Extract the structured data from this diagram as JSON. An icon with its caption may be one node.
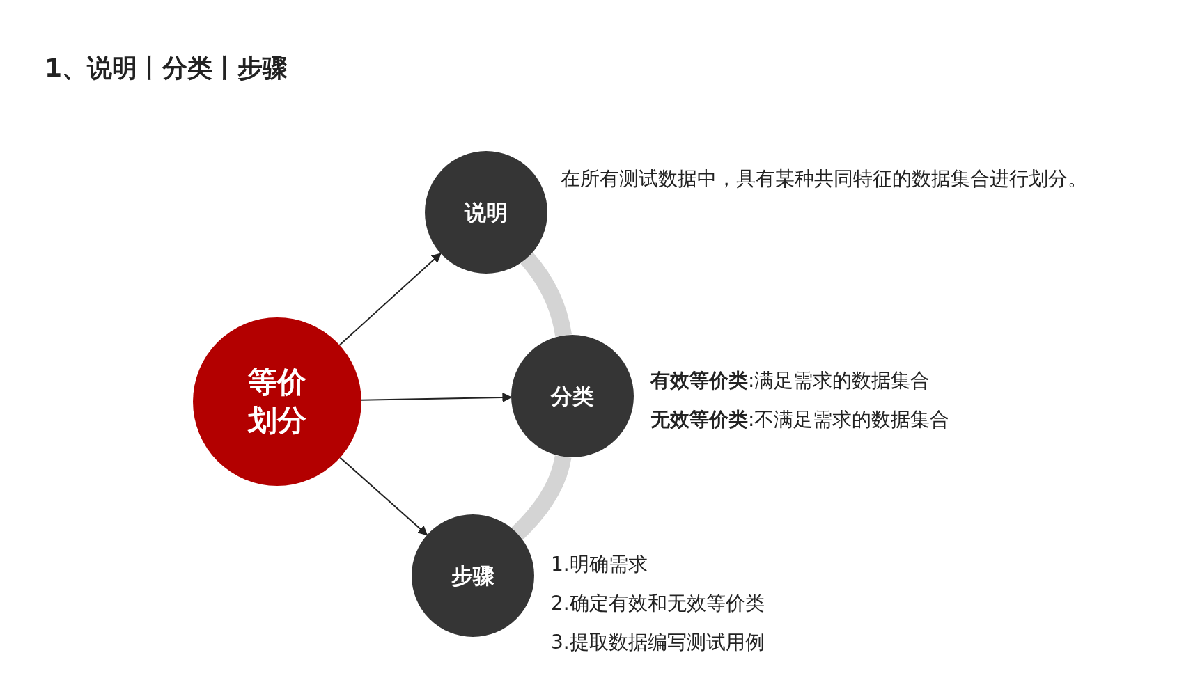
{
  "diagram": {
    "title": "1、说明丨分类丨步骤",
    "nodes": [
      {
        "text": [
          "等价划分"
        ]
      },
      {
        "text": [
          "说明"
        ],
        "beside": [
          "在所有测试数据中，具有某种共同特征的数据集合进行划分。"
        ]
      },
      {
        "text": [
          "分类"
        ],
        "beside": [
          "**有效等价类**:满足需求的数据集合",
          "**无效等价类**:不满足需求的数据集合"
        ]
      },
      {
        "text": [
          "步骤"
        ],
        "beside": [
          "1.明确需求",
          "2.确定有效和无效等价类",
          "3.提取数据编写测试用例"
        ]
      }
    ],
    "edges": [
      {
        "from": 0,
        "to": 1,
        "arrow": "to"
      },
      {
        "from": 0,
        "to": 2,
        "arrow": "to"
      },
      {
        "from": 0,
        "to": 3,
        "arrow": "to"
      },
      {
        "from": 1,
        "to": 2,
        "arrow": "none",
        "style": "thick",
        "color": "#d4d4d4"
      },
      {
        "from": 2,
        "to": 3,
        "arrow": "none",
        "style": "thick",
        "color": "#d4d4d4"
      }
    ]
  }
}
